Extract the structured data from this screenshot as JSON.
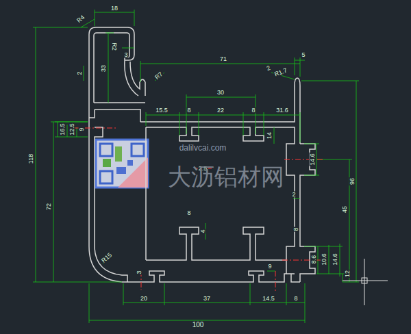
{
  "diagram": {
    "labels": [
      "18",
      "R4",
      "R2",
      "3",
      "33",
      "2",
      "71",
      "5",
      "R7",
      "2",
      "R1.7",
      "30",
      "15.5",
      "8",
      "22",
      "8",
      "31.6",
      "16.5",
      "12.5",
      "9",
      "14",
      "14.6",
      "2.5",
      "118",
      "96",
      "2",
      "72",
      "45",
      "8",
      "4",
      "8",
      "8.6",
      "10.6",
      "14.6",
      "12",
      "R15",
      "3",
      "9",
      "20",
      "37",
      "14.5",
      "8",
      "100",
      "dalilvcai.com",
      "大沥铝材网"
    ]
  }
}
